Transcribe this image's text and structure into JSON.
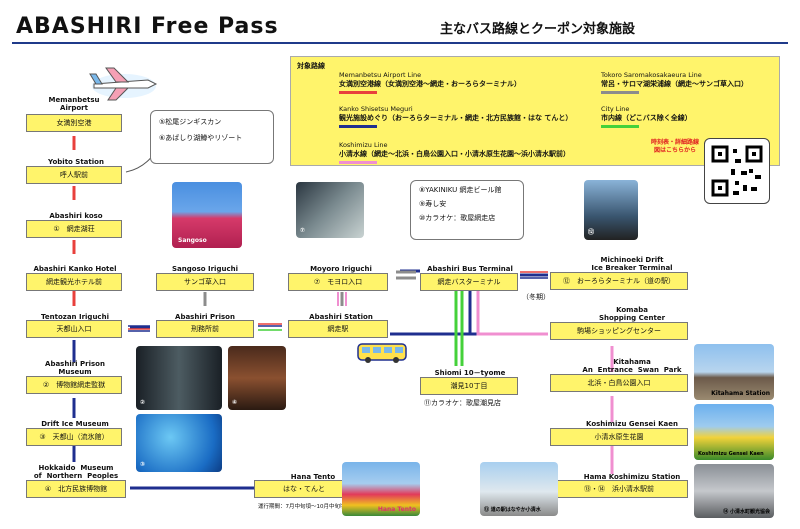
{
  "header": {
    "title": "ABASHIRI  Free  Pass",
    "subtitle": "主なバス路線とクーポン対象施設"
  },
  "legend": {
    "heading": "対象路線",
    "lines": [
      {
        "en": "Memanbetsu Airport Line",
        "jp": "女満別空港線（女満別空港～網走・おーろらターミナル）",
        "color": "#e8403c"
      },
      {
        "en": "Kanko Shisetsu Meguri",
        "jp": "観光施設めぐり（おーろらターミナル・網走・北方民族館・はな てんと）",
        "color": "#1f2f8f"
      },
      {
        "en": "Koshimizu Line",
        "jp": "小清水線（網走～北浜・白鳥公園入口・小清水原生花園～浜小清水駅前）",
        "color": "#f08fd0"
      },
      {
        "en": "Tokoro Saromakosakaeura Line",
        "jp": "常呂・サロマ湖栄浦線（網走～サンゴ草入口）",
        "color": "#8c8c8c"
      },
      {
        "en": "City Line",
        "jp": "市内線（どこバス除く全線）",
        "color": "#44d13a"
      }
    ],
    "note": [
      "時刻表・詳細路線",
      "図はこちらから"
    ]
  },
  "stops": [
    {
      "en": "Memanbetsu\nAirport",
      "jp": "女満別空港"
    },
    {
      "en": "Yobito Station",
      "jp": "呼人駅前"
    },
    {
      "en": "Abashiri koso",
      "jp": "①　網走湖荘"
    },
    {
      "en": "Abashiri Kanko Hotel",
      "jp": "網走観光ホテル前"
    },
    {
      "en": "Tentozan Iriguchi",
      "jp": "天都山入口"
    },
    {
      "en": "Abashiri Prison\nMuseum",
      "jp": "②　博物館網走監獄"
    },
    {
      "en": "Drift Ice Museum",
      "jp": "③　天都山（流氷館）"
    },
    {
      "en": "Hokkaido  Museum\nof  Northern  Peoples",
      "jp": "④　北方民族博物館"
    },
    {
      "en": "Sangoso Iriguchi",
      "jp": "サンゴ草入口"
    },
    {
      "en": "Abashiri Prison",
      "jp": "刑務所前"
    },
    {
      "en": "Moyoro Iriguchi",
      "jp": "⑦　モヨロ入口"
    },
    {
      "en": "Abashiri Station",
      "jp": "網走駅"
    },
    {
      "en": "Abashiri Bus Terminal",
      "jp": "網走バスターミナル"
    },
    {
      "en": "Michinoeki Drift\nIce Breaker Terminal",
      "jp": "⑫　おーろらターミナル（道の駅）"
    },
    {
      "en": "Komaba\nShopping Center",
      "jp": "駒場ショッピングセンター"
    },
    {
      "en": "Kitahama\nAn  Entrance  Swan  Park",
      "jp": "北浜・白鳥公園入口"
    },
    {
      "en": "Koshimizu Gensei Kaen",
      "jp": "小清水原生花園"
    },
    {
      "en": "Hama  Koshimizu  Station",
      "jp": "⑬・⑭　浜小清水駅前"
    },
    {
      "en": "Shiomi 10－tyome",
      "jp": "潮見10丁目"
    },
    {
      "en": "Hana Tento",
      "jp": "はな・てんと"
    }
  ],
  "callouts": {
    "top": [
      "⑤松尾ジンギスカン",
      "⑥あばしり湖鱒やリゾート"
    ],
    "terminal": [
      "⑧YAKINIKU 網走ビール館",
      "⑨寿し安",
      "⑩カラオケ：歌屋網走店"
    ],
    "shiomi": "⑪カラオケ：歌屋潮見店",
    "winter": "（冬期）",
    "hana_note": "運行期間：7月中旬頃～10月中旬頃"
  },
  "photo_labels": {
    "sangoso": "Sangoso",
    "moyoro": "⑦",
    "terminal": "⑫",
    "museum2": "②",
    "museum4": "④",
    "drift": "③",
    "kitahama": "Kitahama Station",
    "koshimizu": "Koshimizu Gensei Kaen",
    "hana": "Hana Tento",
    "station13": "⑬ 道の駅はなやか小清水",
    "bikes": "⑭ 小清水町観光協会"
  },
  "colors": {
    "stop_fill": "#fff46b",
    "legend_bg": "#fff46b",
    "header_rule": "#1f3a8a"
  }
}
